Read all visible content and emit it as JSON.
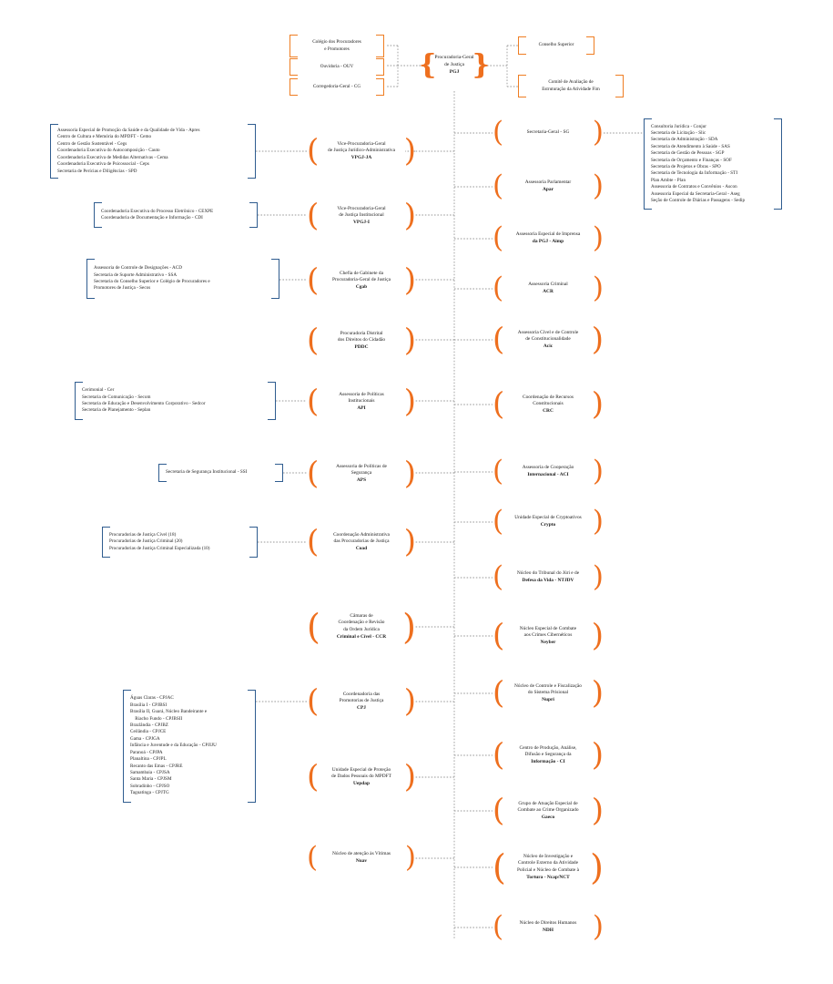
{
  "colors": {
    "bracket_blue": "#2f5c8f",
    "paren_orange": "#ee6f1e",
    "connector": "#9a9a9a",
    "text": "#1a1a1a"
  },
  "root": {
    "lines": [
      "Procuradoria-Geral",
      "de Justiça",
      "PGJ"
    ]
  },
  "top_left": [
    {
      "name": "colegio",
      "lines": [
        "Colégio dos Procuradores",
        "e Promotores"
      ]
    },
    {
      "name": "ouvidoria",
      "lines": [
        "Ouvidoria - OUV"
      ]
    },
    {
      "name": "corregedoria",
      "lines": [
        "Corregedoria-Geral - CG"
      ]
    }
  ],
  "top_right": [
    {
      "name": "conselho-superior",
      "lines": [
        "Conselho Superior"
      ]
    },
    {
      "name": "comite-avaliacao",
      "lines": [
        "Comitê de Avaliação de",
        "Estruturação da Atividade Fim"
      ]
    }
  ],
  "center_units": [
    {
      "name": "vpgj-ja",
      "lines": [
        "Vice-Procuradoria-Geral",
        "de Justiça Jurídico-Administrativa",
        "VPGJ-JA"
      ],
      "bold_last": true
    },
    {
      "name": "vpgj-i",
      "lines": [
        "Vice-Procuradoria-Geral",
        "de Justiça Institucional",
        "VPGJ-I"
      ],
      "bold_last": true
    },
    {
      "name": "cgab",
      "lines": [
        "Chefia de Gabinete da",
        "Procuradoria-Geral de Justiça",
        "Cgab"
      ],
      "bold_last": true
    },
    {
      "name": "pddc",
      "lines": [
        "Procuradoria Distrital",
        "dos Direitos do Cidadão",
        "PDDC"
      ],
      "bold_last": true
    },
    {
      "name": "api",
      "lines": [
        "Assessoria de Políticas",
        "Institucionais",
        "API"
      ],
      "bold_last": true
    },
    {
      "name": "aps",
      "lines": [
        "Assessoria de Políticas de",
        "Segurança",
        "APS"
      ],
      "bold_last": true
    },
    {
      "name": "coad",
      "lines": [
        "Coordenação Administrativa",
        "das Procuradorias de Justiça",
        "Coad"
      ],
      "bold_last": true
    },
    {
      "name": "ccr",
      "lines": [
        "Câmaras de",
        "Coordenação e Revisão",
        "da Ordem Jurídica",
        "Criminal e Cível - CCR"
      ],
      "bold_last": true
    },
    {
      "name": "cpj",
      "lines": [
        "Coordenadoria das",
        "Promotorias de Justiça",
        "CPJ"
      ],
      "bold_last": true
    },
    {
      "name": "uepdap",
      "lines": [
        "Unidade Especial de Proteção",
        "de Dados Pessoais do MPDFT",
        "Uepdap"
      ],
      "bold_last": true
    },
    {
      "name": "nuav",
      "lines": [
        "Núcleo de atenção às Vítimas",
        "Nuav"
      ],
      "bold_last": true
    }
  ],
  "right_units": [
    {
      "name": "secretaria-geral",
      "lines": [
        "Secretaria-Geral - SG"
      ],
      "bold_last": false
    },
    {
      "name": "apar",
      "lines": [
        "Assessoria Parlamentar",
        "Apar"
      ],
      "bold_last": true
    },
    {
      "name": "aimp",
      "lines": [
        "Assessoria Especial de Imprensa",
        "da PGJ - Aimp"
      ],
      "bold_last": true
    },
    {
      "name": "acr",
      "lines": [
        "Assessoria Criminal",
        "ACR"
      ],
      "bold_last": true
    },
    {
      "name": "acic",
      "lines": [
        "Assessoria Cível e de Controle",
        "de Constitucionalidade",
        "Acic"
      ],
      "bold_last": true
    },
    {
      "name": "crc",
      "lines": [
        "Coordenação de Recursos",
        "Constitucionais",
        "CRC"
      ],
      "bold_last": true
    },
    {
      "name": "aci",
      "lines": [
        "Assessoria de Cooperação",
        "Internacional - ACI"
      ],
      "bold_last": true
    },
    {
      "name": "crypto",
      "lines": [
        "Unidade Especial de Cryptoativos",
        "Crypto"
      ],
      "bold_last": true
    },
    {
      "name": "ntjdv",
      "lines": [
        "Núcleo do Tribunal do Júri e de",
        "Defesa da Vida - NTJDV"
      ],
      "bold_last": true
    },
    {
      "name": "neyber",
      "lines": [
        "Núcleo Especial de Combate",
        "aos Crimes Cibernéticos",
        "Neyber"
      ],
      "bold_last": true
    },
    {
      "name": "nucpri",
      "lines": [
        "Núcleo de Controle e Fiscalização",
        "do Sistema Prisional",
        "Nupri"
      ],
      "bold_last": true
    },
    {
      "name": "ci",
      "lines": [
        "Centro de Produção, Análise,",
        "Difusão e Segurança da",
        "Informação - CI"
      ],
      "bold_last": true
    },
    {
      "name": "gaeco",
      "lines": [
        "Grupo de Atuação Especial de",
        "Combate ao Crime Organizado",
        "Gaeco"
      ],
      "bold_last": true
    },
    {
      "name": "ncap-nct",
      "lines": [
        "Núcleo de Investigação e",
        "Controle Externo da Atividade",
        "Policial e Núcleo de Combate à",
        "Tortura - Ncap/NCT"
      ],
      "bold_last": true
    },
    {
      "name": "ndh",
      "lines": [
        "Núcleo de Direitos Humanos",
        "NDH"
      ],
      "bold_last": true
    }
  ],
  "left_groups": [
    {
      "name": "group-vpgj-ja",
      "items": [
        "Assessoria Especial de Promoção da Saúde e da Qualidade de Vida - Apres",
        "Centro de Cultura e Memória do MPDFT - Cemo",
        "Centro de Gestão Sustentável - Cegs",
        "Coordenadoria Executiva do Autocomposição - Cauto",
        "Coordenadoria Executiva de Medidas Alternativas - Cema",
        "Coordenadoria Executiva de Psicossocial - Ceps",
        "Secretaria de Perícias e Diligências - SPD"
      ]
    },
    {
      "name": "group-vpgj-i",
      "items": [
        "Coordenadoria Executiva do Processo Eletrônico - CEXPE",
        "Coordenadoria de Documentação e Informação - CDI"
      ]
    },
    {
      "name": "group-cgab",
      "items": [
        "Assessoria de Controle de Designações - ACD",
        "Secretaria de Suporte Administrativo - SSA",
        "Secretaria do Conselho Superior e Colégio de Procuradores e",
        "Promotores de Justiça - Secos"
      ]
    },
    {
      "name": "group-api",
      "items": [
        "Cerimonial - Cer",
        "Secretaria de Comunicação - Secom",
        "Secretaria de Educação e Desenvolvimento Corporativo - Sedcor",
        "Secretaria de Planejamento - Seplan"
      ]
    },
    {
      "name": "group-aps",
      "items": [
        "Secretaria de Segurança Institucional - SSI"
      ]
    },
    {
      "name": "group-coad",
      "items": [
        "Procuradorias de Justiça Cível (18)",
        "Procuradorias de Justiça Criminal (20)",
        "Procuradorias de Justiça Criminal Especializada (10)"
      ]
    },
    {
      "name": "group-cpj",
      "items": [
        "Águas Claras - CPJAC",
        "Brasília I - CPJBSI",
        "Brasília II, Guará, Núcleo Bandeirante e",
        "    Riacho Fundo - CPJBSII",
        "Brazlândia - CPJBZ",
        "Ceilândia - CPJCE",
        "Gama - CPJGA",
        "Infância e Juventude e da Educação - CPJIJU",
        "Paranoá - CPJPA",
        "Planaltina - CPJPL",
        "Recanto das Emas - CPJRE",
        "Samambaia - CPJSA",
        "Santa Maria - CPJSM",
        "Sobradinho - CPJSO",
        "Taguatinga - CPJTG"
      ]
    }
  ],
  "right_group": {
    "name": "group-secretaria-geral",
    "items": [
      "Consultoria Jurídica - Conjur",
      "Secretaria de Licitação - Slic",
      "Secretaria de Administração - SDA",
      "Secretaria de Atendimento à Saúde - SAS",
      "Secretaria de Gestão de Pessoas - SGP",
      "Secretaria de Orçamento e Finanças - SOF",
      "Secretaria de Projetos e Obras - SPO",
      "Secretaria de Tecnologia da Informação - STI",
      "Plan Ambte - Plan",
      "Assessoria de Contratos e Convênios - Ascon",
      "Assessoria Especial da Secretaria-Geral - Aseg",
      "Seção de Controle de Diárias e Passagens - Sedip"
    ]
  }
}
